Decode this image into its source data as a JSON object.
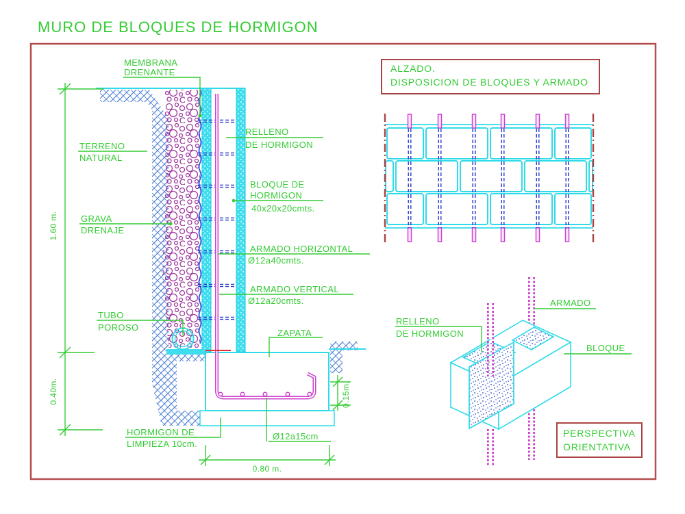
{
  "title": "MURO DE BLOQUES DE HORMIGON",
  "colors": {
    "green": "#33cc33",
    "cyan": "#2fdbe8",
    "magenta": "#cc44cc",
    "rebar_blue": "#2233cc",
    "membrane_blue": "#3355dd",
    "hatch_blue": "#4d7fd4",
    "gravel_purple": "#a03aa0",
    "concrete_blue": "#2547c8",
    "border_red": "#b34d4d",
    "box_red": "#aa4444",
    "joint_red": "#e23333"
  },
  "section": {
    "labels": {
      "membrana": {
        "line1": "MEMBRANA",
        "line2": "DRENANTE"
      },
      "terreno": {
        "line1": "TERRENO",
        "line2": "NATURAL"
      },
      "grava": {
        "line1": "GRAVA",
        "line2": "DRENAJE"
      },
      "tubo": {
        "line1": "TUBO",
        "line2": "POROSO"
      },
      "relleno": {
        "line1": "RELLENO",
        "line2": "DE HORMIGON"
      },
      "bloque": {
        "line1": "BLOQUE DE",
        "line2": "HORMIGON",
        "line3": "40x20x20cmts."
      },
      "armado_horizontal": {
        "line1": "ARMADO HORIZONTAL",
        "line2": "Ø12a40cmts."
      },
      "armado_vertical": {
        "line1": "ARMADO VERTICAL",
        "line2": "Ø12a20cmts."
      },
      "zapata": "ZAPATA",
      "hormigon_limpieza": {
        "line1": "HORMIGON DE",
        "line2": "LIMPIEZA 10cm."
      },
      "armado_zapata": "Ø12a15cm"
    },
    "dimensions": {
      "wall_height": "1.60 m.",
      "footing_height": "0.40m.",
      "footing_width": "0.80 m.",
      "footing_depth": "0.15m."
    }
  },
  "elevation": {
    "title_line1": "ALZADO.",
    "title_line2": "DISPOSICION DE BLOQUES Y ARMADO"
  },
  "perspective": {
    "labels": {
      "relleno": {
        "line1": "RELLENO",
        "line2": "DE HORMIGON"
      },
      "armado": "ARMADO",
      "bloque": "BLOQUE"
    },
    "caption": {
      "line1": "PERSPECTIVA",
      "line2": "ORIENTATIVA"
    }
  }
}
